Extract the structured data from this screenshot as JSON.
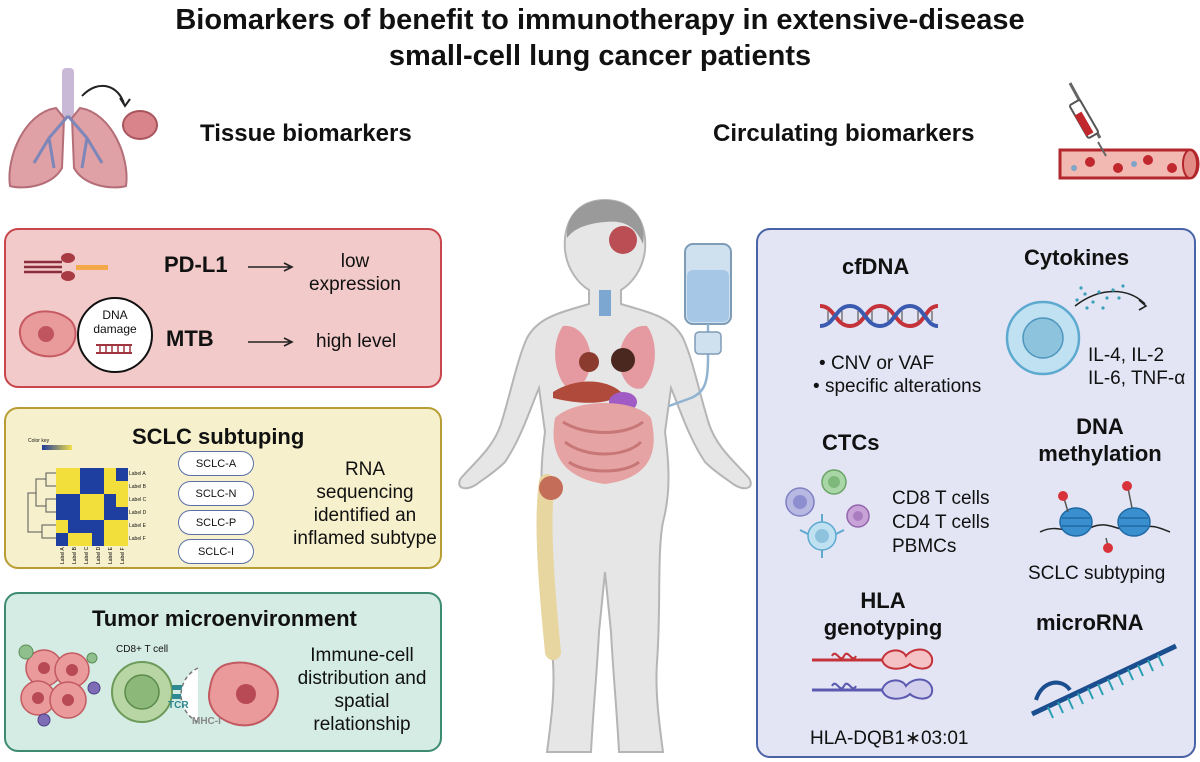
{
  "title_line1": "Biomarkers of benefit to immunotherapy in extensive-disease",
  "title_line2": "small-cell lung cancer patients",
  "tissue_heading": "Tissue biomarkers",
  "circulating_heading": "Circulating biomarkers",
  "pd_l1": {
    "label": "PD-L1",
    "result_line1": "low",
    "result_line2": "expression"
  },
  "mtb": {
    "label": "MTB",
    "result": "high level",
    "dna_damage_line1": "DNA",
    "dna_damage_line2": "damage"
  },
  "sclc": {
    "title": "SCLC subtuping",
    "heatmap_key": "Color key",
    "row_labels": [
      "Label A",
      "Label B",
      "Label C",
      "Label D",
      "Label E",
      "Label F"
    ],
    "col_labels": [
      "Label A",
      "Label B",
      "Label C",
      "Label D",
      "Label E",
      "Label F"
    ],
    "subtypes": [
      "SCLC-A",
      "SCLC-N",
      "SCLC-P",
      "SCLC-I"
    ],
    "desc": [
      "RNA",
      "sequencing",
      "identified an",
      "inflamed subtype"
    ]
  },
  "tme": {
    "title": "Tumor microenvironment",
    "cd8_label": "CD8+ T cell",
    "tcr_label": "TCR",
    "mhc_label": "MHC-I",
    "desc": [
      "Immune-cell",
      "distribution and",
      "spatial",
      "relationship"
    ]
  },
  "cfdna": {
    "title": "cfDNA",
    "bullets": [
      "CNV or VAF",
      "specific alterations"
    ]
  },
  "cytokines": {
    "title": "Cytokines",
    "line1": "IL-4, IL-2",
    "line2": "IL-6, TNF-α"
  },
  "ctcs": {
    "title": "CTCs",
    "cells": [
      "CD8 T cells",
      "CD4 T cells",
      "PBMCs"
    ]
  },
  "methylation": {
    "title_line1": "DNA",
    "title_line2": "methylation",
    "caption": "SCLC subtyping"
  },
  "hla": {
    "title_line1": "HLA",
    "title_line2": "genotyping",
    "allele": "HLA-DQB1∗03:01"
  },
  "microrna": {
    "title": "microRNA"
  },
  "colors": {
    "pd_bg": "#f3caca",
    "pd_border": "#c8474d",
    "sclc_bg": "#f6f1cc",
    "sclc_border": "#b89d34",
    "tme_bg": "#d4ece4",
    "tme_border": "#3d8c70",
    "circ_bg": "#e3e5f4",
    "circ_border": "#4a62a6"
  }
}
